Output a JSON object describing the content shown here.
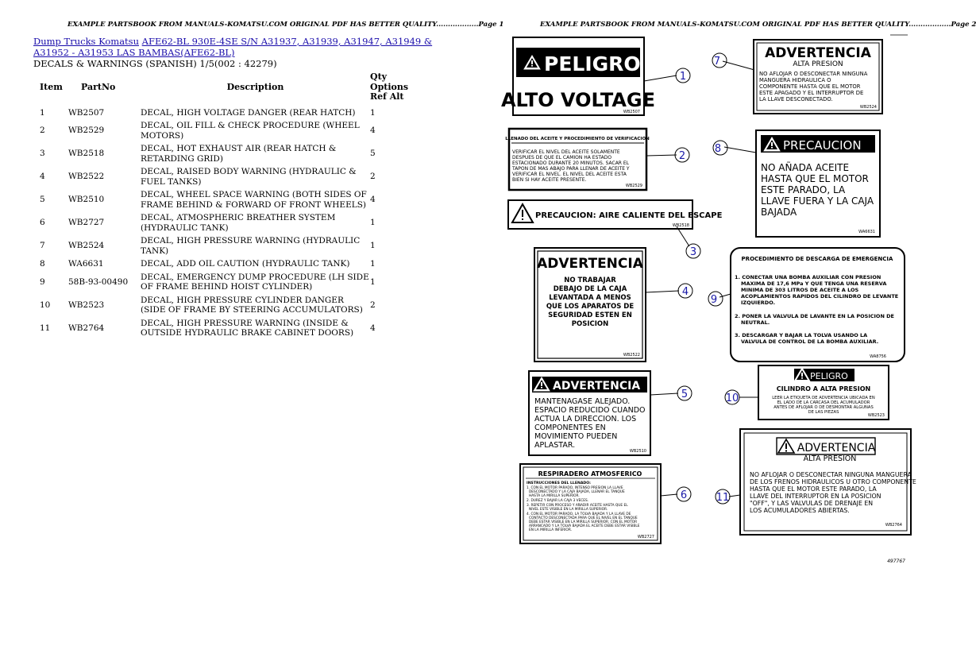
{
  "header": {
    "left": "EXAMPLE PARTSBOOK FROM MANUALS-KOMATSU.COM ORIGINAL PDF HAS BETTER QUALITY..................Page 1",
    "right": "EXAMPLE PARTSBOOK FROM MANUALS-KOMATSU.COM ORIGINAL PDF HAS BETTER QUALITY..................Page 2"
  },
  "breadcrumb": {
    "link1": "Dump Trucks Komatsu",
    "link2": "AFE62-BL 930E-4SE S/N A31937, A31939, A31947, A31949 & A31952 - A31953 LAS BAMBAS(AFE62-BL)"
  },
  "section_title": "DECALS & WARNINGS (SPANISH) 1/5(002 : 42279)",
  "table": {
    "headers": [
      "Item",
      "PartNo",
      "Description",
      "Qty Options Ref Alt"
    ],
    "rows": [
      {
        "item": "1",
        "part": "WB2507",
        "desc": "DECAL, HIGH VOLTAGE DANGER (REAR HATCH)",
        "qty": "1"
      },
      {
        "item": "2",
        "part": "WB2529",
        "desc": "DECAL, OIL FILL & CHECK PROCEDURE (WHEEL MOTORS)",
        "qty": "4"
      },
      {
        "item": "3",
        "part": "WB2518",
        "desc": "DECAL, HOT EXHAUST AIR (REAR HATCH & RETARDING GRID)",
        "qty": "5"
      },
      {
        "item": "4",
        "part": "WB2522",
        "desc": "DECAL, RAISED BODY WARNING (HYDRAULIC & FUEL TANKS)",
        "qty": "2"
      },
      {
        "item": "5",
        "part": "WB2510",
        "desc": "DECAL, WHEEL SPACE WARNING (BOTH SIDES OF FRAME BEHIND & FORWARD OF FRONT WHEELS)",
        "qty": "4"
      },
      {
        "item": "6",
        "part": "WB2727",
        "desc": "DECAL, ATMOSPHERIC BREATHER SYSTEM (HYDRAULIC TANK)",
        "qty": "1"
      },
      {
        "item": "7",
        "part": "WB2524",
        "desc": "DECAL, HIGH PRESSURE WARNING (HYDRAULIC TANK)",
        "qty": "1"
      },
      {
        "item": "8",
        "part": "WA6631",
        "desc": "DECAL, ADD OIL CAUTION (HYDRAULIC TANK)",
        "qty": "1"
      },
      {
        "item": "9",
        "part": "58B-93-00490",
        "desc": "DECAL, EMERGENCY DUMP PROCEDURE (LH SIDE OF FRAME BEHIND HOIST CYLINDER)",
        "qty": "1"
      },
      {
        "item": "10",
        "part": "WB2523",
        "desc": "DECAL, HIGH PRESSURE CYLINDER DANGER (SIDE OF FRAME BY STEERING ACCUMULATORS)",
        "qty": "2"
      },
      {
        "item": "11",
        "part": "WB2764",
        "desc": "DECAL, HIGH PRESSURE WARNING (INSIDE & OUTSIDE HYDRAULIC BRAKE CABINET DOORS)",
        "qty": "4"
      }
    ]
  },
  "diagram": {
    "callouts": [
      "1",
      "2",
      "3",
      "4",
      "5",
      "6",
      "7",
      "8",
      "9",
      "10",
      "11"
    ],
    "decal1": {
      "word": "PELIGRO",
      "sub": "ALTO VOLTAGE",
      "code": "WB2507"
    },
    "decal2": {
      "title": "LLENADO DEL ACEITE Y PROCEDIMIENTO DE VERIFICACION",
      "l1": "VERIFICAR EL NIVEL DEL ACEITE SOLAMENTE",
      "l2": "DESPUES DE QUE EL CAMION HA ESTADO",
      "l3": "ESTACIONADO DURANTE 20 MINUTOS. SACAR EL",
      "l4": "TAPON DE MAS ABAJO PARA LLENAR DE ACEITE Y",
      "l5": "VERIFICAR EL NIVEL. EL NIVEL DEL ACEITE ESTA",
      "l6": "BIEN SI HAY ACEITE PRESENTE.",
      "code": "WB2529"
    },
    "decal3": {
      "text": "PRECAUCION: AIRE CALIENTE DEL ESCAPE",
      "code": "WB2518"
    },
    "decal4": {
      "word": "ADVERTENCIA",
      "l1": "NO TRABAJAR",
      "l2": "DEBAJO DE LA CAJA",
      "l3": "LEVANTADA A MENOS",
      "l4": "QUE LOS APARATOS DE",
      "l5": "SEGURIDAD ESTEN EN",
      "l6": "POSICION",
      "code": "WB2522"
    },
    "decal5": {
      "word": "ADVERTENCIA",
      "l1": "MANTENAGASE ALEJADO.",
      "l2": "ESPACIO REDUCIDO CUANDO",
      "l3": "ACTUA LA DIRECCION.  LOS",
      "l4": "COMPONENTES EN",
      "l5": "MOVIMIENTO PUEDEN",
      "l6": "APLASTAR.",
      "code": "WB2510"
    },
    "decal6": {
      "title": "RESPIRADERO ATMOSFERICO",
      "sub": "INSTRUCCIONES DEL LLENADO:",
      "l1": "1. CON EL MOTOR PARADO, INTENSO PRESION LA LLAVE",
      "l2": "DESCONECTADO Y LA CAJA BAJADA, LLENAR EL TANQUE",
      "l3": "HASTA LA MIRILLA SUPERIOR.",
      "l4": "2. DUREZ Y BAJAR LA CAJA 3 VECES.",
      "l5": "3. REPETIR CON PROCESO Y AÑADIR ACEITE HASTA QUE EL",
      "l6": "NIVEL ESTE VISIBLE EN LA MIRILLA SUPERIOR.",
      "l7": "4. CON EL MOTOR PARADO, LA TOLVA BAJADA Y LA LLAVE DE",
      "l8": "CONTACTO DESCONECTADA PARA QUE EL NIVEL EN EL TANQUE",
      "l9": "DEBE ESTAR VISIBLE EN LA MIRILLA SUPERIOR. CON EL MOTOR",
      "l10": "ARRANCADO Y LA TOLVA BAJADA EL ACEITE DEBE ESTAR VISIBLE",
      "l11": "EN LA MIRILLA INFERIOR.",
      "code": "WB2727"
    },
    "decal7": {
      "word": "ADVERTENCIA",
      "sub": "ALTA PRESION",
      "l1": "NO AFLOJAR O DESCONECTAR NINGUNA",
      "l2": "MANGUERA HIDRAULICA O",
      "l3": "COMPONENTE HASTA QUE EL MOTOR",
      "l4": "ESTE APAGADO Y EL INTERRUPTOR DE",
      "l5": "LA LLAVE DESCONECTADO.",
      "code": "WB2524"
    },
    "decal8": {
      "word": "PRECAUCION",
      "l1": "NO AÑADA ACEITE",
      "l2": "HASTA QUE EL MOTOR",
      "l3": "ESTE PARADO, LA",
      "l4": "LLAVE FUERA Y LA CAJA",
      "l5": "BAJADA",
      "code": "WA6631"
    },
    "decal9": {
      "title": "PROCEDIMIENTO DE DESCARGA DE EMERGENCIA",
      "l1": "1.  CONECTAR UNA BOMBA AUXILIAR CON PRESION",
      "l2": "MAXIMA DE 17,6 MPa Y QUE TENGA UNA RESERVA",
      "l3": "MINIMA DE 303 LITROS DE ACEITE A LOS",
      "l4": "ACOPLAMIENTOS RAPIDOS DEL CILINDRO DE LEVANTE",
      "l5": "IZQUIERDO.",
      "l6": "2.  PONER LA VALVULA DE LAVANTE EN LA POSICION DE",
      "l7": "NEUTRAL.",
      "l8": "3.  DESCARGAR Y BAJAR LA TOLVA USANDO LA",
      "l9": "VALVULA DE CONTROL DE LA BOMBA AUXILIAR.",
      "code": "WA8756"
    },
    "decal10": {
      "word": "PELIGRO",
      "sub": "CILINDRO A ALTA PRESION",
      "l1": "LEER LA ETIQUETA DE ADVERTENCIA UBICADA EN",
      "l2": "EL LADO DE LA CARCASA DEL ACUMULADOR",
      "l3": "ANTES DE AFLOJAR O DE DESMONTAR ALGUNAS",
      "l4": "DE LAS PIEZAS",
      "code": "WB2523"
    },
    "decal11": {
      "word": "ADVERTENCIA",
      "sub": "ALTA PRESION",
      "l1": "NO AFLOJAR O DESCONECTAR NINGUNA MANGUERA",
      "l2": "DE LOS FRENOS HIDRAULICOS U OTRO COMPONENTE",
      "l3": "HASTA QUE EL MOTOR ESTE PARADO, LA",
      "l4": "LLAVE DEL INTERRUPTOR EN LA POSICION",
      "l5": "\"OFF\", Y LAS VALVULAS DE DRENAJE EN",
      "l6": "LOS ACUMULADORES ABIERTAS.",
      "code": "WB2764"
    },
    "figure_id": "497767"
  }
}
